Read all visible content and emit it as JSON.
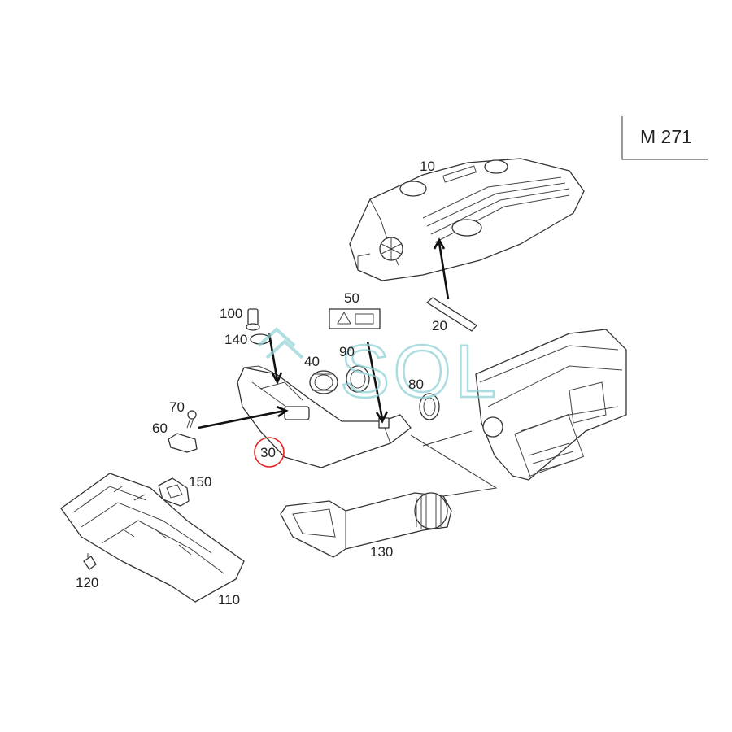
{
  "model_code": "M 271",
  "watermark": "SOL",
  "highlighted_part": "30",
  "part_labels": {
    "p10": "10",
    "p20": "20",
    "p30": "30",
    "p40": "40",
    "p50": "50",
    "p60": "60",
    "p70": "70",
    "p80": "80",
    "p90": "90",
    "p100": "100",
    "p110": "110",
    "p120": "120",
    "p130": "130",
    "p140": "140",
    "p150": "150"
  },
  "colors": {
    "highlight_circle": "#e02020",
    "watermark": "#8fd1d6",
    "line": "#333333"
  }
}
